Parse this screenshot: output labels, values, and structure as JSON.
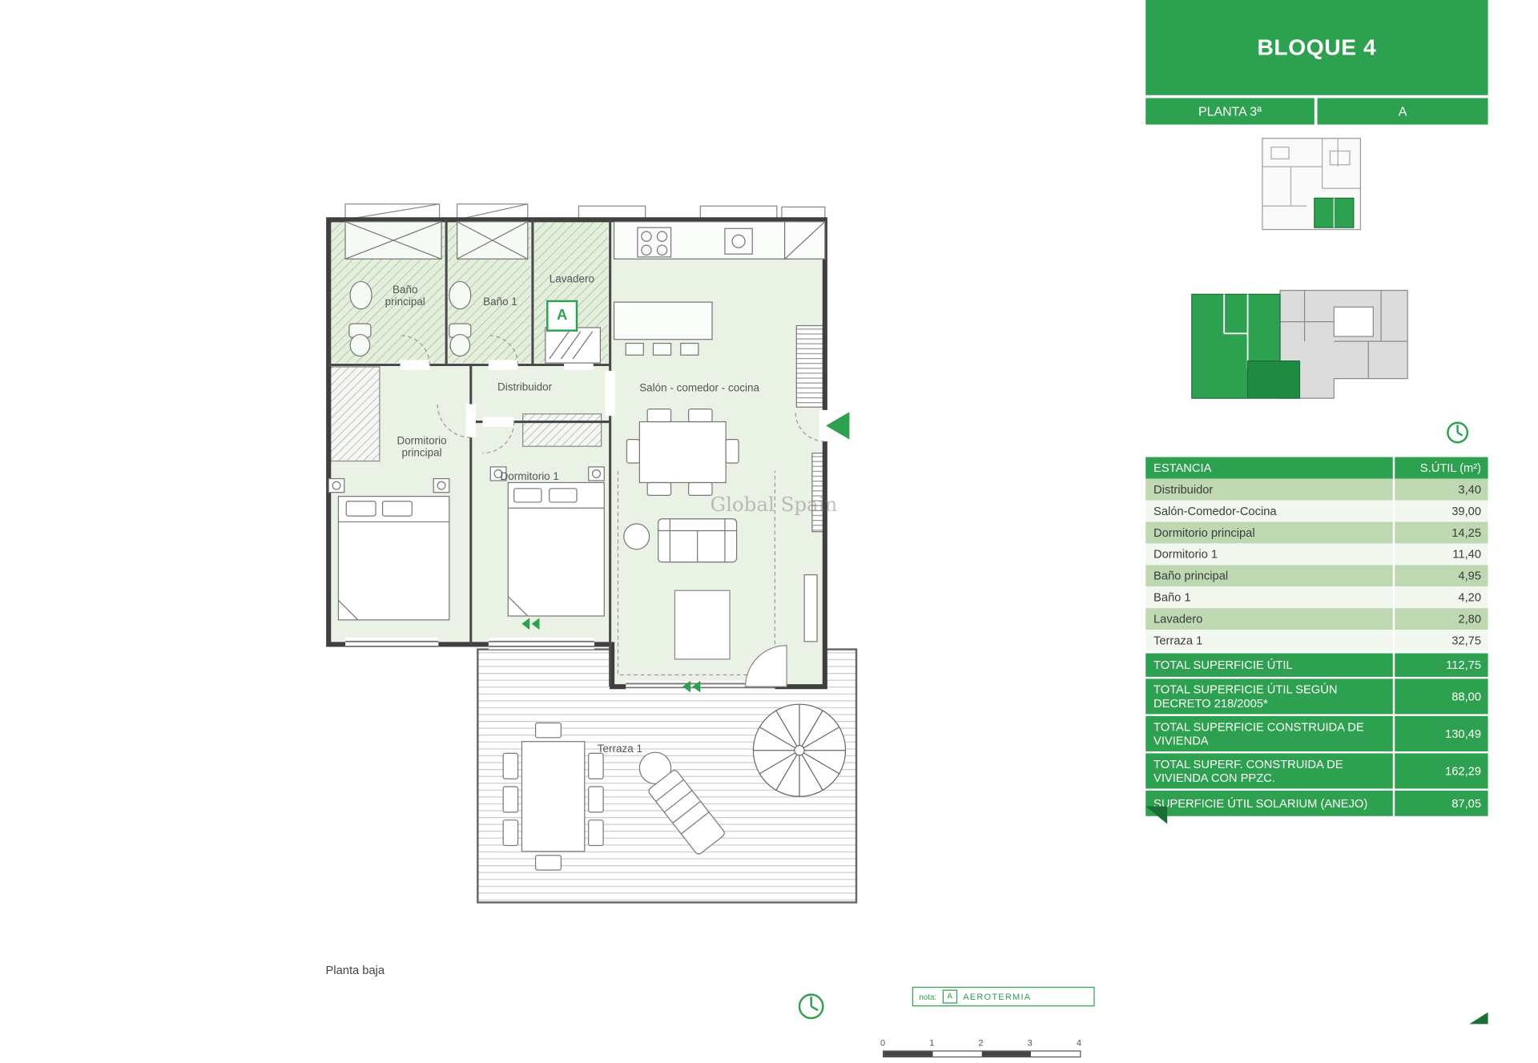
{
  "colors": {
    "green": "#2da14f",
    "green_dark": "#1b6e35",
    "row_green": "#bed9b2",
    "row_pale": "#f2f7ef"
  },
  "sidebar": {
    "title": "BLOQUE 4",
    "planta": "PLANTA 3ª",
    "unit": "A",
    "table": {
      "col_estancia": "ESTANCIA",
      "col_sutil": "S.ÚTIL (m²)",
      "rows": [
        {
          "label": "Distribuidor",
          "value": "3,40"
        },
        {
          "label": "Salón-Comedor-Cocina",
          "value": "39,00"
        },
        {
          "label": "Dormitorio principal",
          "value": "14,25"
        },
        {
          "label": "Dormitorio 1",
          "value": "11,40"
        },
        {
          "label": "Baño principal",
          "value": "4,95"
        },
        {
          "label": "Baño 1",
          "value": "4,20"
        },
        {
          "label": "Lavadero",
          "value": "2,80"
        },
        {
          "label": "Terraza 1",
          "value": "32,75"
        }
      ],
      "totals": [
        {
          "label": "TOTAL SUPERFICIE ÚTIL",
          "value": "112,75"
        },
        {
          "label": "TOTAL SUPERFICIE ÚTIL SEGÚN DECRETO 218/2005*",
          "value": "88,00"
        },
        {
          "label": "TOTAL SUPERFICIE CONSTRUIDA DE VIVIENDA",
          "value": "130,49"
        },
        {
          "label": "TOTAL SUPERF. CONSTRUIDA DE VIVIENDA CON PPZC.",
          "value": "162,29"
        },
        {
          "label": "SUPERFICIE ÚTIL SOLARIUM (ANEJO)",
          "value": "87,05"
        }
      ]
    }
  },
  "plan": {
    "rooms": {
      "bano_principal": "Baño principal",
      "bano_1": "Baño 1",
      "lavadero": "Lavadero",
      "distribuidor": "Distribuidor",
      "salon": "Salón - comedor - cocina",
      "dormitorio_principal": "Dormitorio principal",
      "dormitorio_1": "Dormitorio 1",
      "terraza": "Terraza 1"
    },
    "section_marker": "A",
    "watermark": "Global Spain",
    "floor_label": "Planta baja",
    "note": {
      "prefix": "nota:",
      "badge": "A",
      "text": "AEROTERMIA"
    },
    "scale_ticks": [
      "0",
      "1",
      "2",
      "3",
      "4"
    ]
  }
}
